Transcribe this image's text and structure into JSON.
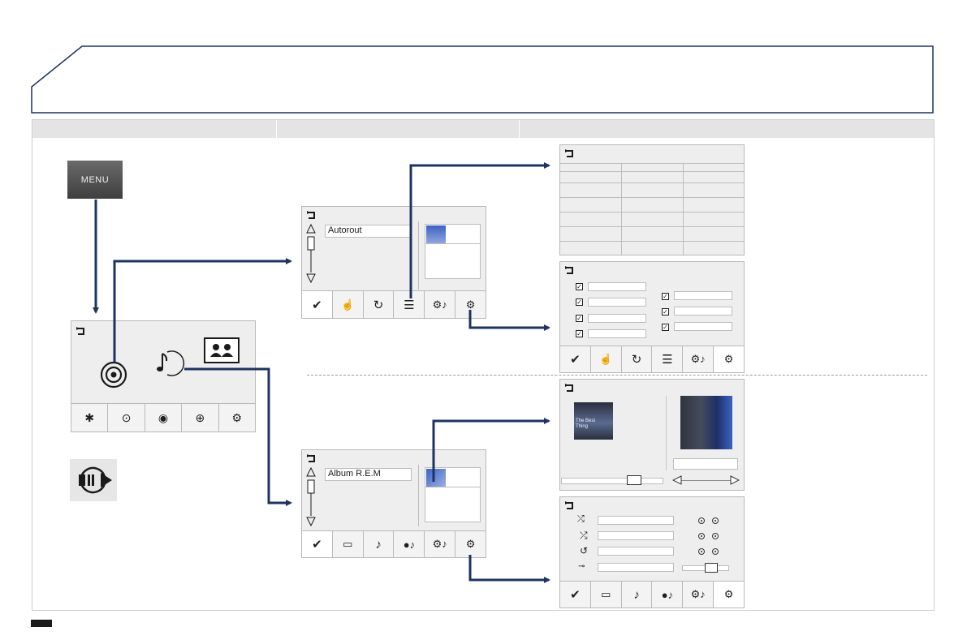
{
  "menu_button": {
    "label": "MENU"
  },
  "radio_list_screen": {
    "station_name": "Autorout"
  },
  "media_list_screen": {
    "album_name": "Album R.E.M"
  },
  "now_playing_screen": {
    "cover_text": "The Best Thing"
  },
  "colors": {
    "arrow": "#1d3461",
    "screen_bg": "#eeeeee",
    "border": "#b9b9b9",
    "menu_bg": "#5a5a5a",
    "cover_blue": "#3b63c4",
    "footer_mark": "#1a1a1a"
  },
  "icons": {
    "back": "back-arrow-icon",
    "radio": "radio-broadcast-icon",
    "music": "music-note-icon",
    "contacts": "contacts-icon",
    "bluetooth_phone": "bluetooth-phone-icon",
    "navigation": "navigation-icon",
    "media": "media-source-icon",
    "internet": "globe-icon",
    "settings": "settings-gears-icon",
    "play_pause": "play-pause-icon"
  }
}
